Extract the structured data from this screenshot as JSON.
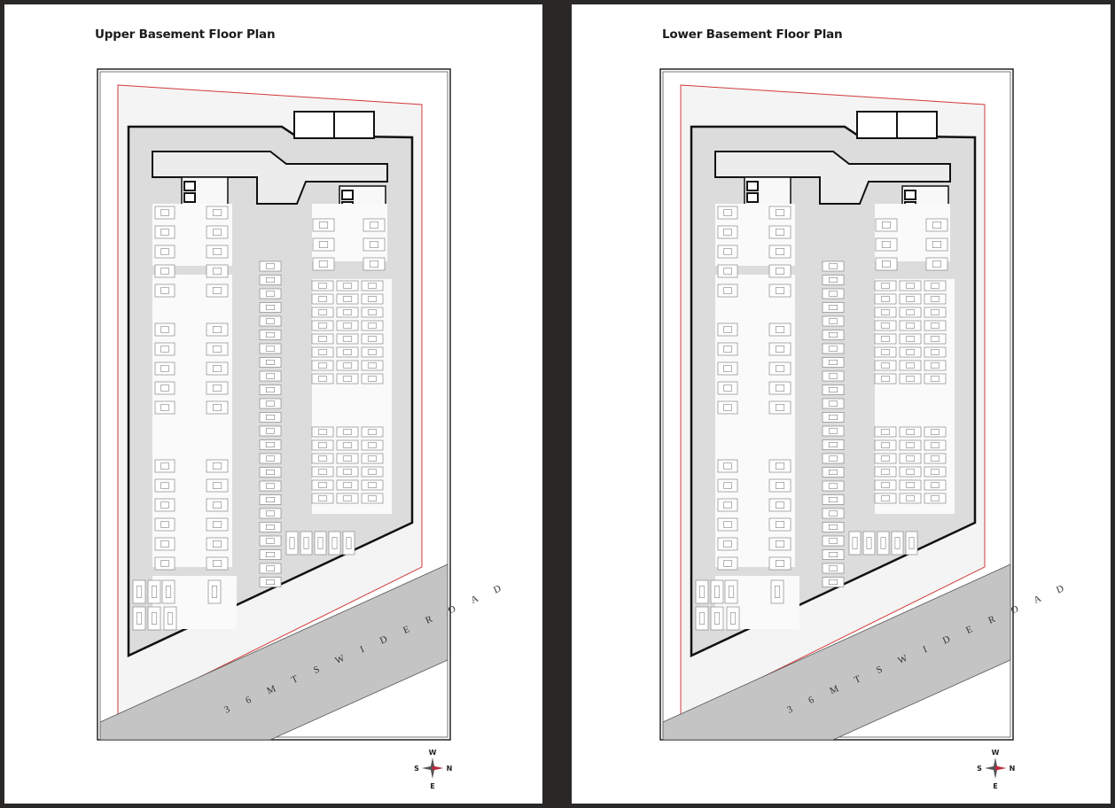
{
  "pages": [
    {
      "title": "Upper Basement Floor Plan",
      "road_label": "3 6   M T S   W I D E   R O A D"
    },
    {
      "title": "Lower Basement Floor Plan",
      "road_label": "3 6   M T S   W I D E   R O A D"
    }
  ],
  "compass": {
    "north": "N",
    "south": "S",
    "east": "E",
    "west": "W",
    "north_color": "#c0283c"
  },
  "colors": {
    "site_boundary": "#d23a3a",
    "road": "#c4c4c4",
    "basement_fill": "#dcdcdc",
    "building_outline": "#111111",
    "background": "#2a2727"
  }
}
